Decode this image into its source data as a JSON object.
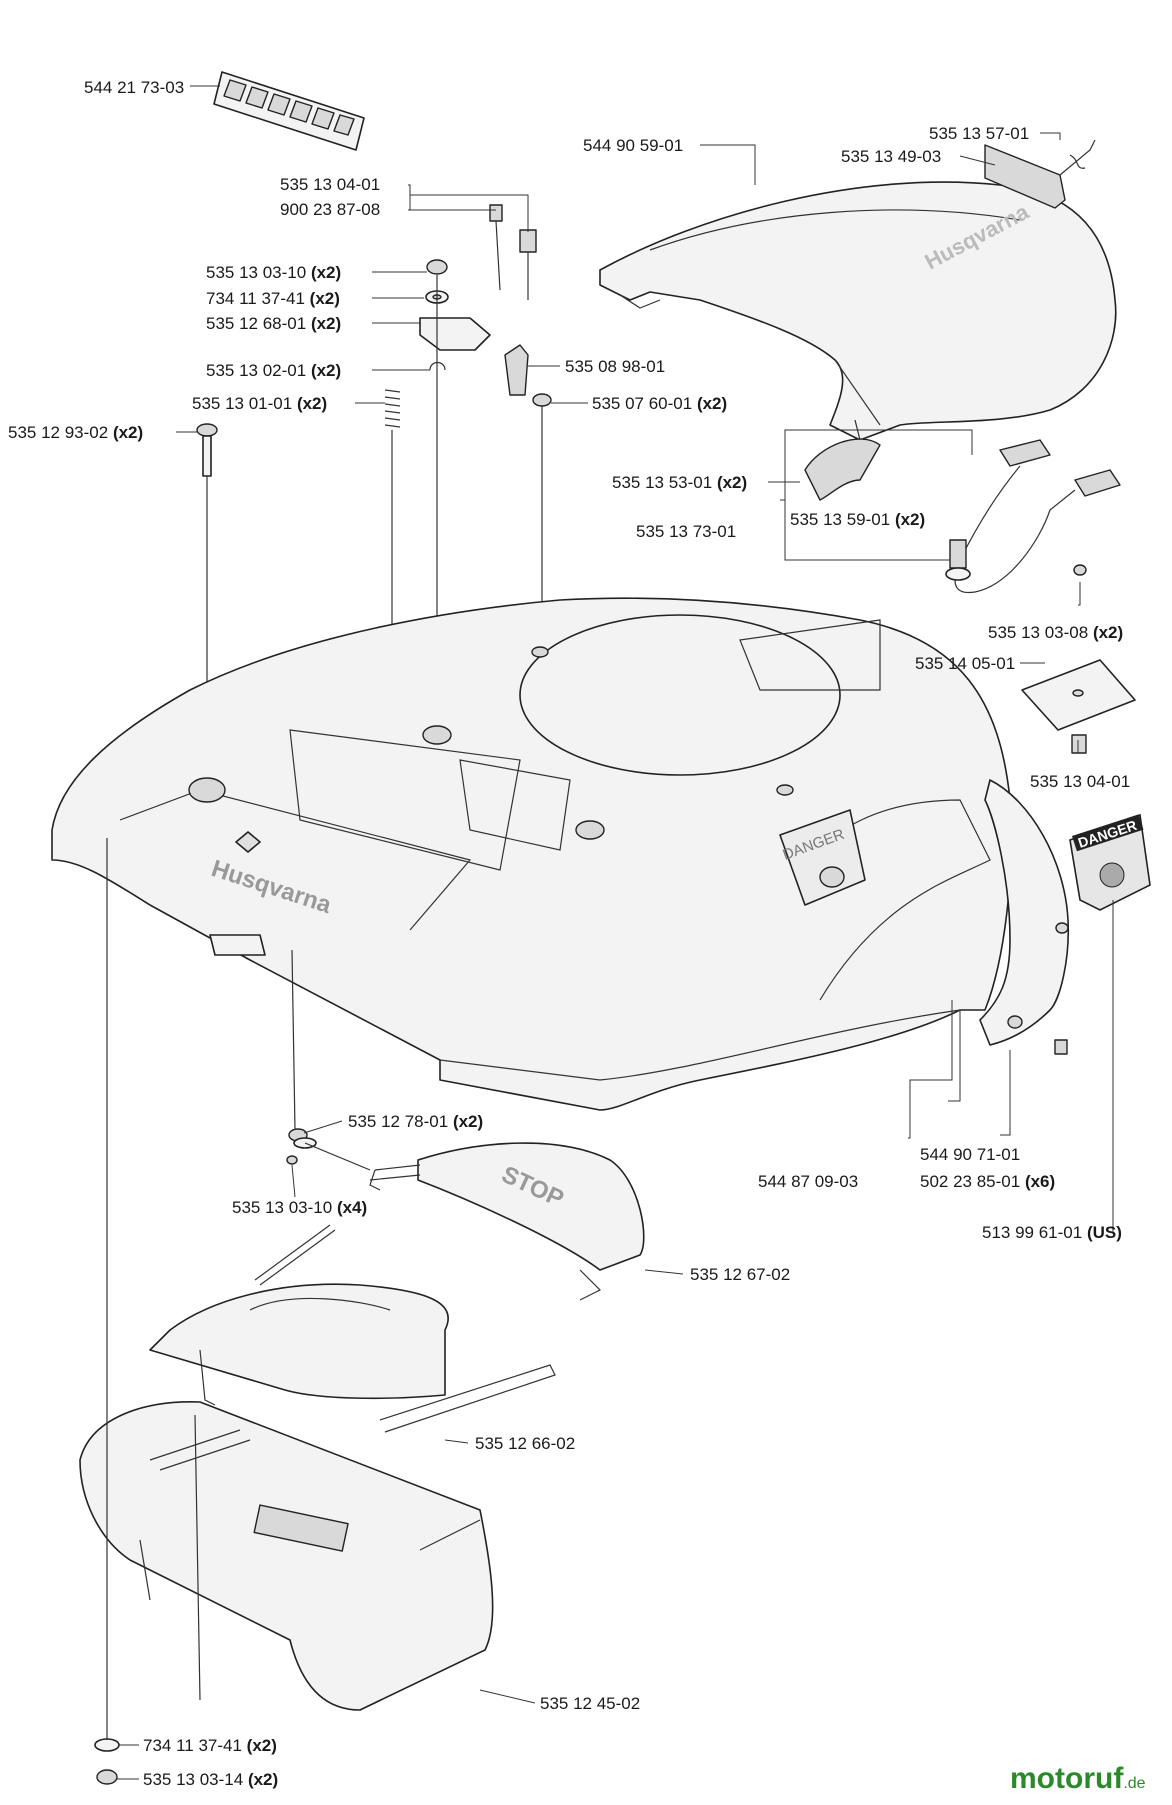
{
  "callouts": [
    {
      "id": "c01",
      "part": "544 21 73-03",
      "qty": ""
    },
    {
      "id": "c02",
      "part": "544 90 59-01",
      "qty": ""
    },
    {
      "id": "c03",
      "part": "535 13 57-01",
      "qty": ""
    },
    {
      "id": "c04",
      "part": "535 13 49-03",
      "qty": ""
    },
    {
      "id": "c05",
      "part": "535 13 04-01",
      "qty": ""
    },
    {
      "id": "c06",
      "part": "900 23 87-08",
      "qty": ""
    },
    {
      "id": "c07",
      "part": "535 13 03-10",
      "qty": "(x2)"
    },
    {
      "id": "c08",
      "part": "734 11 37-41",
      "qty": "(x2)"
    },
    {
      "id": "c09",
      "part": "535 12 68-01",
      "qty": "(x2)"
    },
    {
      "id": "c10",
      "part": "535 13 02-01",
      "qty": "(x2)"
    },
    {
      "id": "c11",
      "part": "535 08 98-01",
      "qty": ""
    },
    {
      "id": "c12",
      "part": "535 13 01-01",
      "qty": "(x2)"
    },
    {
      "id": "c13",
      "part": "535 07 60-01",
      "qty": "(x2)"
    },
    {
      "id": "c14",
      "part": "535 12 93-02",
      "qty": "(x2)"
    },
    {
      "id": "c15",
      "part": "535 13 53-01",
      "qty": "(x2)"
    },
    {
      "id": "c16",
      "part": "535 13 59-01",
      "qty": "(x2)"
    },
    {
      "id": "c17",
      "part": "535 13 73-01",
      "qty": ""
    },
    {
      "id": "c18",
      "part": "535 13 03-08",
      "qty": "(x2)"
    },
    {
      "id": "c19",
      "part": "535 14 05-01",
      "qty": ""
    },
    {
      "id": "c20",
      "part": "535 13 04-01",
      "qty": ""
    },
    {
      "id": "c21",
      "part": "535 12 78-01",
      "qty": "(x2)"
    },
    {
      "id": "c22",
      "part": "544 90 71-01",
      "qty": ""
    },
    {
      "id": "c23",
      "part": "544 87 09-03",
      "qty": ""
    },
    {
      "id": "c24",
      "part": "502 23 85-01",
      "qty": "(x6)"
    },
    {
      "id": "c25",
      "part": "535 13 03-10",
      "qty": "(x4)"
    },
    {
      "id": "c26",
      "part": "513 99 61-01",
      "qty": "(US)"
    },
    {
      "id": "c27",
      "part": "535 12 67-02",
      "qty": ""
    },
    {
      "id": "c28",
      "part": "535 12 66-02",
      "qty": ""
    },
    {
      "id": "c29",
      "part": "535 12 45-02",
      "qty": ""
    },
    {
      "id": "c30",
      "part": "734 11 37-41",
      "qty": "(x2)"
    },
    {
      "id": "c31",
      "part": "535 13 03-14",
      "qty": "(x2)"
    }
  ],
  "artwork": {
    "brand": "Husqvarna",
    "stop_button": "STOP",
    "danger_sticker": "DANGER",
    "danger_label": "DANGER"
  },
  "watermark": {
    "name": "motoruf",
    "tld": ".de",
    "color": "#2a8a2a"
  }
}
